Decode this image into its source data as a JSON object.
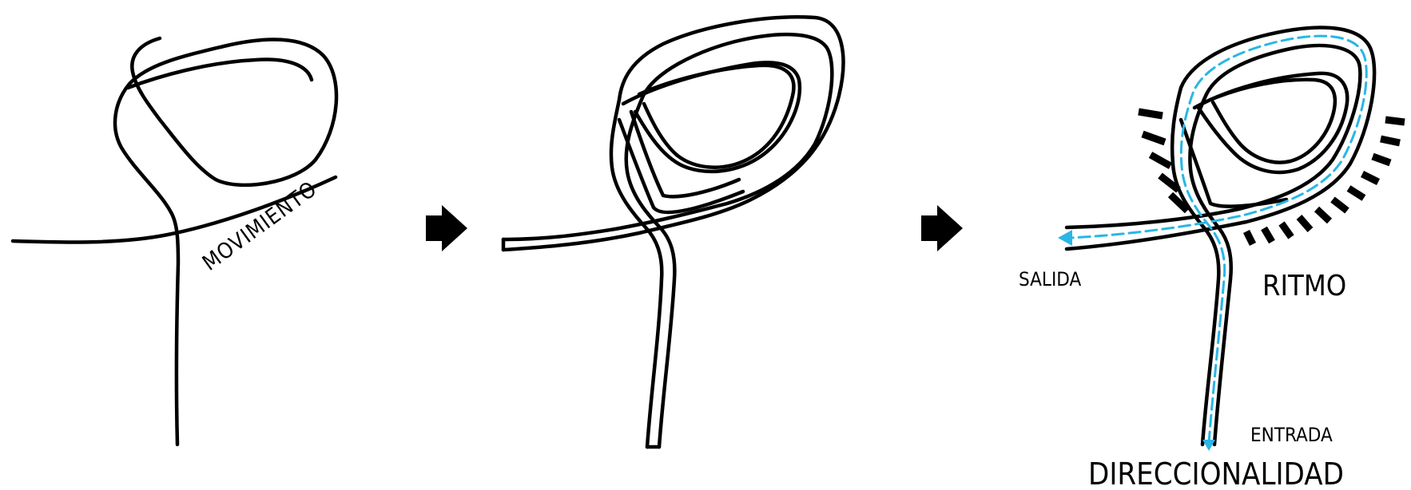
{
  "labels": {
    "movimiento": "MOVIMIENTO",
    "salida": "SALIDA",
    "ritmo": "RITMO",
    "entrada": "ENTRADA",
    "direccionalidad": "DIRECCIONALIDAD"
  },
  "colors": {
    "line": "#000000",
    "path_guide": "#29b6e6",
    "background": "#ffffff"
  },
  "icons": {
    "step_arrow": "right-arrow-icon"
  }
}
